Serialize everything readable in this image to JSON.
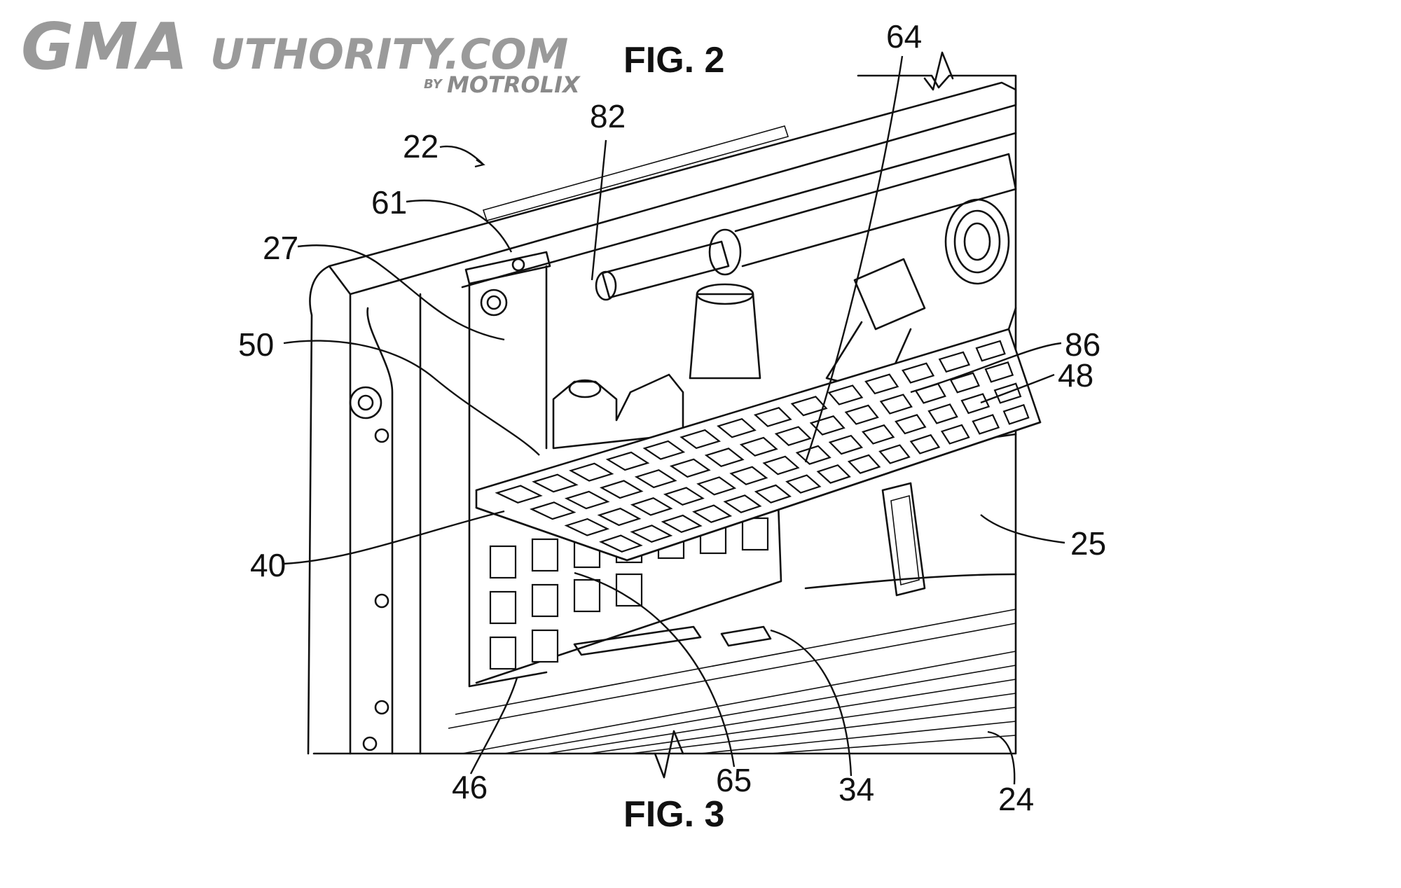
{
  "watermark": {
    "brand_prefix": "GMA",
    "brand_suffix": "UTHORITY.COM",
    "byline_by": "BY",
    "byline_name": "MOTROLIX"
  },
  "figures": [
    {
      "id": "fig2",
      "label": "FIG. 2"
    },
    {
      "id": "fig3",
      "label": "FIG. 3"
    }
  ],
  "reference_numerals": {
    "n22": "22",
    "n61": "61",
    "n27": "27",
    "n50": "50",
    "n40": "40",
    "n82": "82",
    "n64": "64",
    "n86": "86",
    "n48": "48",
    "n25": "25",
    "n46": "46",
    "n65": "65",
    "n34": "34",
    "n24": "24"
  }
}
